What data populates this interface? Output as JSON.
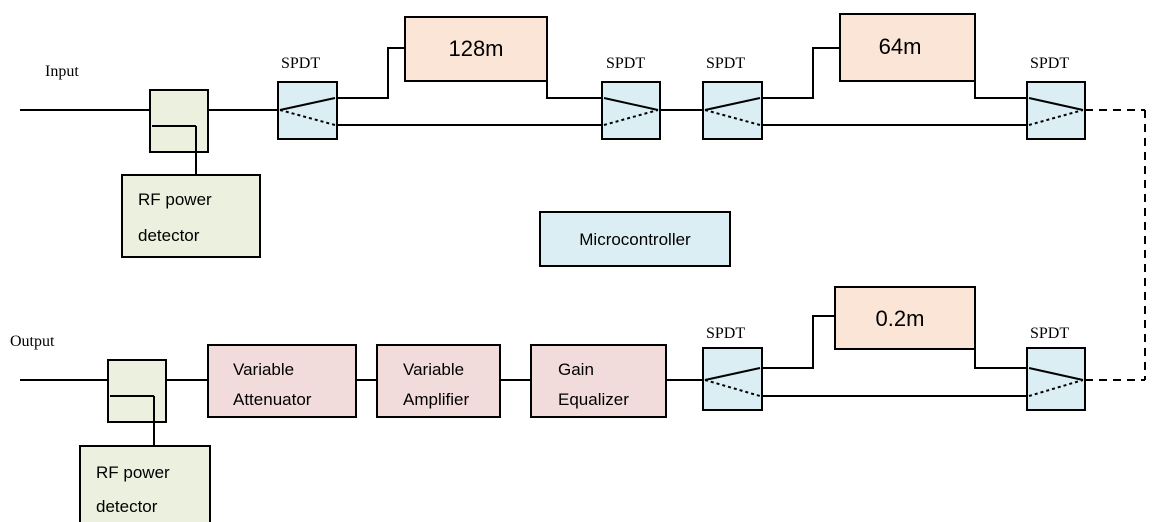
{
  "labels": {
    "input": "Input",
    "output": "Output",
    "spdt": "SPDT"
  },
  "blocks": {
    "delay_128": "128m",
    "delay_64": "64m",
    "delay_02": "0.2m",
    "rf_detector_line1": "RF power",
    "rf_detector_line2": "detector",
    "microcontroller": "Microcontroller",
    "attenuator_line1": "Variable",
    "attenuator_line2": "Attenuator",
    "amplifier_line1": "Variable",
    "amplifier_line2": "Amplifier",
    "equalizer_line1": "Gain",
    "equalizer_line2": "Equalizer"
  },
  "colors": {
    "line": "#000000",
    "delay_fill": "#fbe5d6",
    "spdt_fill": "#dbeef4",
    "detector_fill": "#ebf1de",
    "micro_fill": "#dbeef4",
    "chain_fill": "#f2dcdb"
  }
}
